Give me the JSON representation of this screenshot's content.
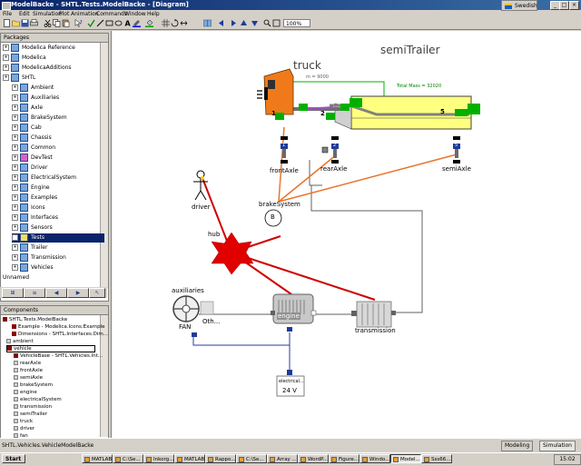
{
  "window": {
    "title": "ModelBacke - SHTL.Tests.ModelBacke - [Diagram]",
    "language": "Swedish"
  },
  "menu": [
    "File",
    "Edit",
    "Simulation",
    "Plot",
    "Animation",
    "Commands",
    "Window",
    "Help"
  ],
  "toolbar": {
    "zoom": "100%"
  },
  "packages": {
    "header": "Packages",
    "items": [
      {
        "label": "Modelica Reference",
        "depth": 0
      },
      {
        "label": "Modelica",
        "depth": 0
      },
      {
        "label": "ModelicaAdditions",
        "depth": 0
      },
      {
        "label": "SHTL",
        "depth": 0
      },
      {
        "label": "Ambient",
        "depth": 1
      },
      {
        "label": "Auxiliaries",
        "depth": 1
      },
      {
        "label": "Axle",
        "depth": 1
      },
      {
        "label": "BrakeSystem",
        "depth": 1
      },
      {
        "label": "Cab",
        "depth": 1
      },
      {
        "label": "Chassis",
        "depth": 1
      },
      {
        "label": "Common",
        "depth": 1
      },
      {
        "label": "DevTest",
        "depth": 1
      },
      {
        "label": "Driver",
        "depth": 1
      },
      {
        "label": "ElectricalSystem",
        "depth": 1
      },
      {
        "label": "Engine",
        "depth": 1
      },
      {
        "label": "Examples",
        "depth": 1
      },
      {
        "label": "Icons",
        "depth": 1
      },
      {
        "label": "Interfaces",
        "depth": 1
      },
      {
        "label": "Sensors",
        "depth": 1
      },
      {
        "label": "Tests",
        "depth": 1,
        "selected": true
      },
      {
        "label": "Trailer",
        "depth": 1
      },
      {
        "label": "Transmission",
        "depth": 1
      },
      {
        "label": "Vehicles",
        "depth": 1
      },
      {
        "label": "Unnamed",
        "depth": 0
      }
    ]
  },
  "components": {
    "header": "Components",
    "items": [
      "SHTL.Tests.ModelBacke",
      "Example - Modelica.Icons.Example",
      "Dimensions - SHTL.Interfaces.Dim...",
      "ambient",
      "vehicle",
      "VehicleBase - SHTL.Vehicles.Int...",
      "rearAxle",
      "frontAxle",
      "semiAxle",
      "brakeSystem",
      "engine",
      "electricalSystem",
      "transmission",
      "semiTrailer",
      "truck",
      "driver",
      "fan"
    ]
  },
  "diagram": {
    "truck": "truck",
    "truck_mass": "m = 9000",
    "semiTrailer": "semiTrailer",
    "total_mass": "Total Mass = 32020",
    "frontAxle": "frontAxle",
    "rearAxle": "rearAxle",
    "semiAxle": "semiAxle",
    "n1": "1",
    "n2": "2",
    "n5": "5",
    "brakeSystem": "brakeSystem",
    "brake_letter": "B",
    "driver": "driver",
    "hub": "hub",
    "auxiliaries": "auxiliaries",
    "fan": "FAN",
    "oth": "Oth...",
    "engine": "engine",
    "transmission": "transmission",
    "electrical": "electrical...",
    "voltage": "24 V"
  },
  "status": {
    "text": "SHTL.Vehicles.VehicleModelBacke",
    "modeling": "Modeling",
    "simulation": "Simulation"
  },
  "taskbar": {
    "start": "Start",
    "tasks": [
      "MATLAB",
      "C:\\Se...",
      "Inkorg...",
      "MATLAB",
      "Rappo...",
      "C:\\Se...",
      "Array ...",
      "WordP...",
      "Figure...",
      "Windo...",
      "Model...",
      "Sss66..."
    ],
    "clock": "15:02"
  },
  "colors": {
    "titlebar": "#0a246a",
    "truck_orange": "#f07a1a",
    "trailer_yellow": "#ffff80",
    "connector_green": "#00b000",
    "hub_red": "#e00000",
    "line_orange": "#e8742a"
  }
}
